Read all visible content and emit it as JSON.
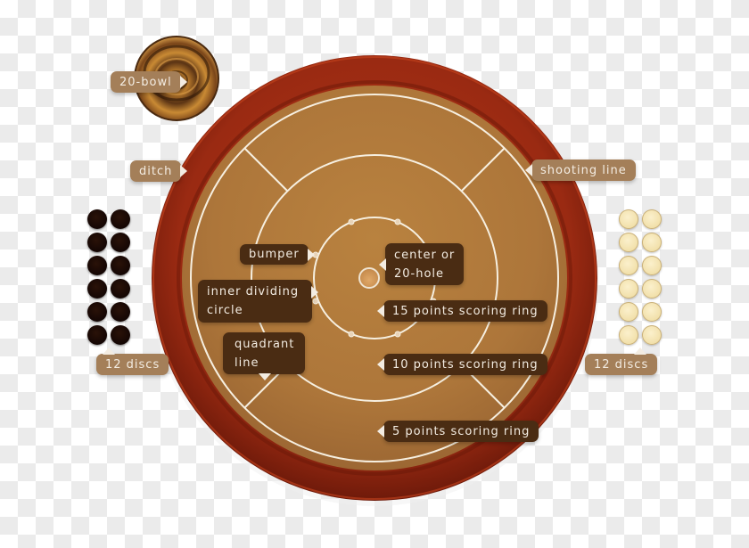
{
  "diagram": {
    "subject": "Crokinole board",
    "colors": {
      "outer_rim": "#9e2a12",
      "ditch": "#8a230f",
      "playing_surface": "#b07a3f",
      "lines": "#f6efe0",
      "label_light_bg": "#a47f59",
      "label_dark_bg": "#4a2c13",
      "label_text": "#f3ece2",
      "black_disc": "#140604",
      "natural_disc": "#f1dfa8"
    },
    "labels": {
      "bowl": "20-bowl",
      "ditch": "ditch",
      "shooting_line": "shooting line",
      "bumper": "bumper",
      "center_line1": "center or",
      "center_line2": "20-hole",
      "inner_circle_line1": "inner dividing",
      "inner_circle_line2": "circle",
      "quadrant_line1": "quadrant",
      "quadrant_line2": "line",
      "ring15": "15 points scoring ring",
      "ring10": "10 points scoring ring",
      "ring5": "5 points scoring ring",
      "discs_left": "12 discs",
      "discs_right": "12 discs"
    },
    "discs": {
      "left_color": "black",
      "right_color": "natural",
      "count_each_side": 12,
      "columns": 2,
      "rows": 6
    }
  }
}
